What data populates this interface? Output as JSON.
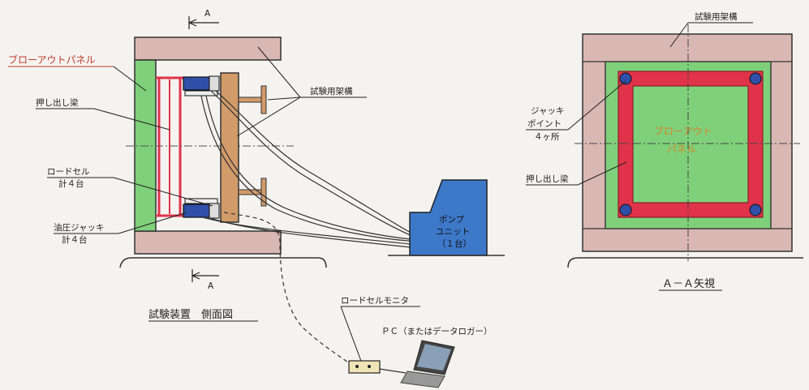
{
  "colors": {
    "frame": "#d9b7b3",
    "panel": "#7fd07a",
    "beam": "#e0334a",
    "jack": "#2f4fa8",
    "post": "#d29b6a",
    "pump": "#3d78c9",
    "orange_text": "#d9822b",
    "red_text": "#c0392b"
  },
  "side_view": {
    "section_mark": "A",
    "section_mark_bottom": "A",
    "labels": {
      "blowout_panel": "ブローアウトパネル",
      "push_beam": "押し出し梁",
      "load_cell_line1": "ロードセル",
      "load_cell_line2": "計４台",
      "jack_line1": "油圧ジャッキ",
      "jack_line2": "計４台",
      "frame": "試験用架構"
    },
    "pump": {
      "line1": "ポンプ",
      "line2": "ユニット",
      "line3": "（１台）"
    },
    "monitor_label": "ロードセルモニタ",
    "pc_label": "ＰＣ（またはデータロガー）",
    "title": "試験装置　側面図"
  },
  "aa_view": {
    "frame_label": "試験用架構",
    "jack_point_line1": "ジャッキ",
    "jack_point_line2": "ポイント",
    "jack_point_line3": "４ヶ所",
    "panel_line1": "ブローアウト",
    "panel_line2": "パネル",
    "push_beam": "押し出し梁",
    "title": "Ａ－Ａ矢視"
  }
}
